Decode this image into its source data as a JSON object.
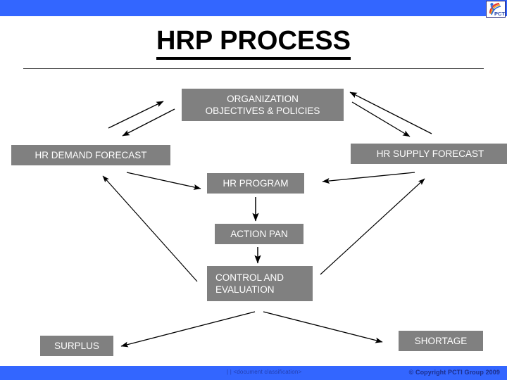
{
  "slide": {
    "title": "HRP PROCESS",
    "logo_alt": "pcti-logo",
    "logo_text": "PCTI"
  },
  "colors": {
    "banner_blue": "#3366FF",
    "node_gray": "#808080",
    "node_text": "#FFFFFF",
    "arrow_black": "#000000",
    "title_black": "#000000",
    "footer_text": "#223FB0"
  },
  "diagram": {
    "type": "flowchart",
    "nodes": [
      {
        "id": "organization",
        "label": "ORGANIZATION\nOBJECTIVES & POLICIES"
      },
      {
        "id": "demand",
        "label": "HR DEMAND FORECAST"
      },
      {
        "id": "supply",
        "label": "HR SUPPLY FORECAST"
      },
      {
        "id": "program",
        "label": "HR PROGRAM"
      },
      {
        "id": "action",
        "label": "ACTION PAN"
      },
      {
        "id": "control",
        "label": "CONTROL AND\nEVALUATION"
      },
      {
        "id": "surplus",
        "label": "SURPLUS"
      },
      {
        "id": "shortage",
        "label": "SHORTAGE"
      }
    ],
    "edges": [
      {
        "from": "demand",
        "to": "organization",
        "style": "arrow"
      },
      {
        "from": "organization",
        "to": "demand",
        "style": "arrow"
      },
      {
        "from": "organization",
        "to": "supply",
        "style": "arrow"
      },
      {
        "from": "supply",
        "to": "organization",
        "style": "arrow"
      },
      {
        "from": "demand",
        "to": "program",
        "style": "arrow"
      },
      {
        "from": "supply",
        "to": "program",
        "style": "arrow"
      },
      {
        "from": "program",
        "to": "action",
        "style": "arrow"
      },
      {
        "from": "action",
        "to": "control",
        "style": "arrow"
      },
      {
        "from": "control",
        "to": "demand",
        "style": "arrow"
      },
      {
        "from": "control",
        "to": "supply",
        "style": "arrow"
      },
      {
        "from": "control",
        "to": "surplus",
        "style": "arrow"
      },
      {
        "from": "control",
        "to": "shortage",
        "style": "arrow"
      }
    ]
  },
  "footer": {
    "classification": "|   | <document classification>",
    "copyright": "© Copyright  PCTI Group 2009"
  }
}
